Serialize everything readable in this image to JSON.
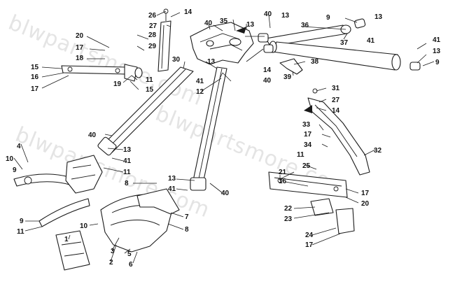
{
  "watermark": {
    "text": "blwpartsmore.com"
  },
  "callouts": {
    "c26": "26",
    "c14a": "14",
    "c40a": "40",
    "c13a": "13",
    "c9a": "9",
    "c13b": "13",
    "c27a": "27",
    "c40b": "40",
    "c35": "35",
    "c13c": "13",
    "c36": "36",
    "c20a": "20",
    "c28": "28",
    "c29": "29",
    "c17a": "17",
    "c18": "18",
    "c41a": "41",
    "c37": "37",
    "c41b": "41",
    "c13d": "13",
    "c9b": "9",
    "c15a": "15",
    "c16a": "16",
    "c17b": "17",
    "c30": "30",
    "c13e": "13",
    "c14b": "14",
    "c38": "38",
    "c39": "39",
    "c11a": "11",
    "c19": "19",
    "c15b": "15",
    "c41c": "41",
    "c40c": "40",
    "c12": "12",
    "c31": "31",
    "c27b": "27",
    "c14c": "14",
    "c33": "33",
    "c17c": "17",
    "c34": "34",
    "c32": "32",
    "c40d": "40",
    "c4": "4",
    "c10a": "10",
    "c9c": "9",
    "c13f": "13",
    "c41d": "41",
    "c11b": "11",
    "c8a": "8",
    "c13g": "13",
    "c41e": "41",
    "c40e": "40",
    "c11c": "11",
    "c25": "25",
    "c21": "21",
    "c16b": "16",
    "c17d": "17",
    "c20b": "20",
    "c22": "22",
    "c23": "23",
    "c24": "24",
    "c17e": "17",
    "c9d": "9",
    "c11d": "11",
    "c10b": "10",
    "c1": "1",
    "c3": "3",
    "c2": "2",
    "c5": "5",
    "c6": "6",
    "c7": "7",
    "c8b": "8"
  }
}
